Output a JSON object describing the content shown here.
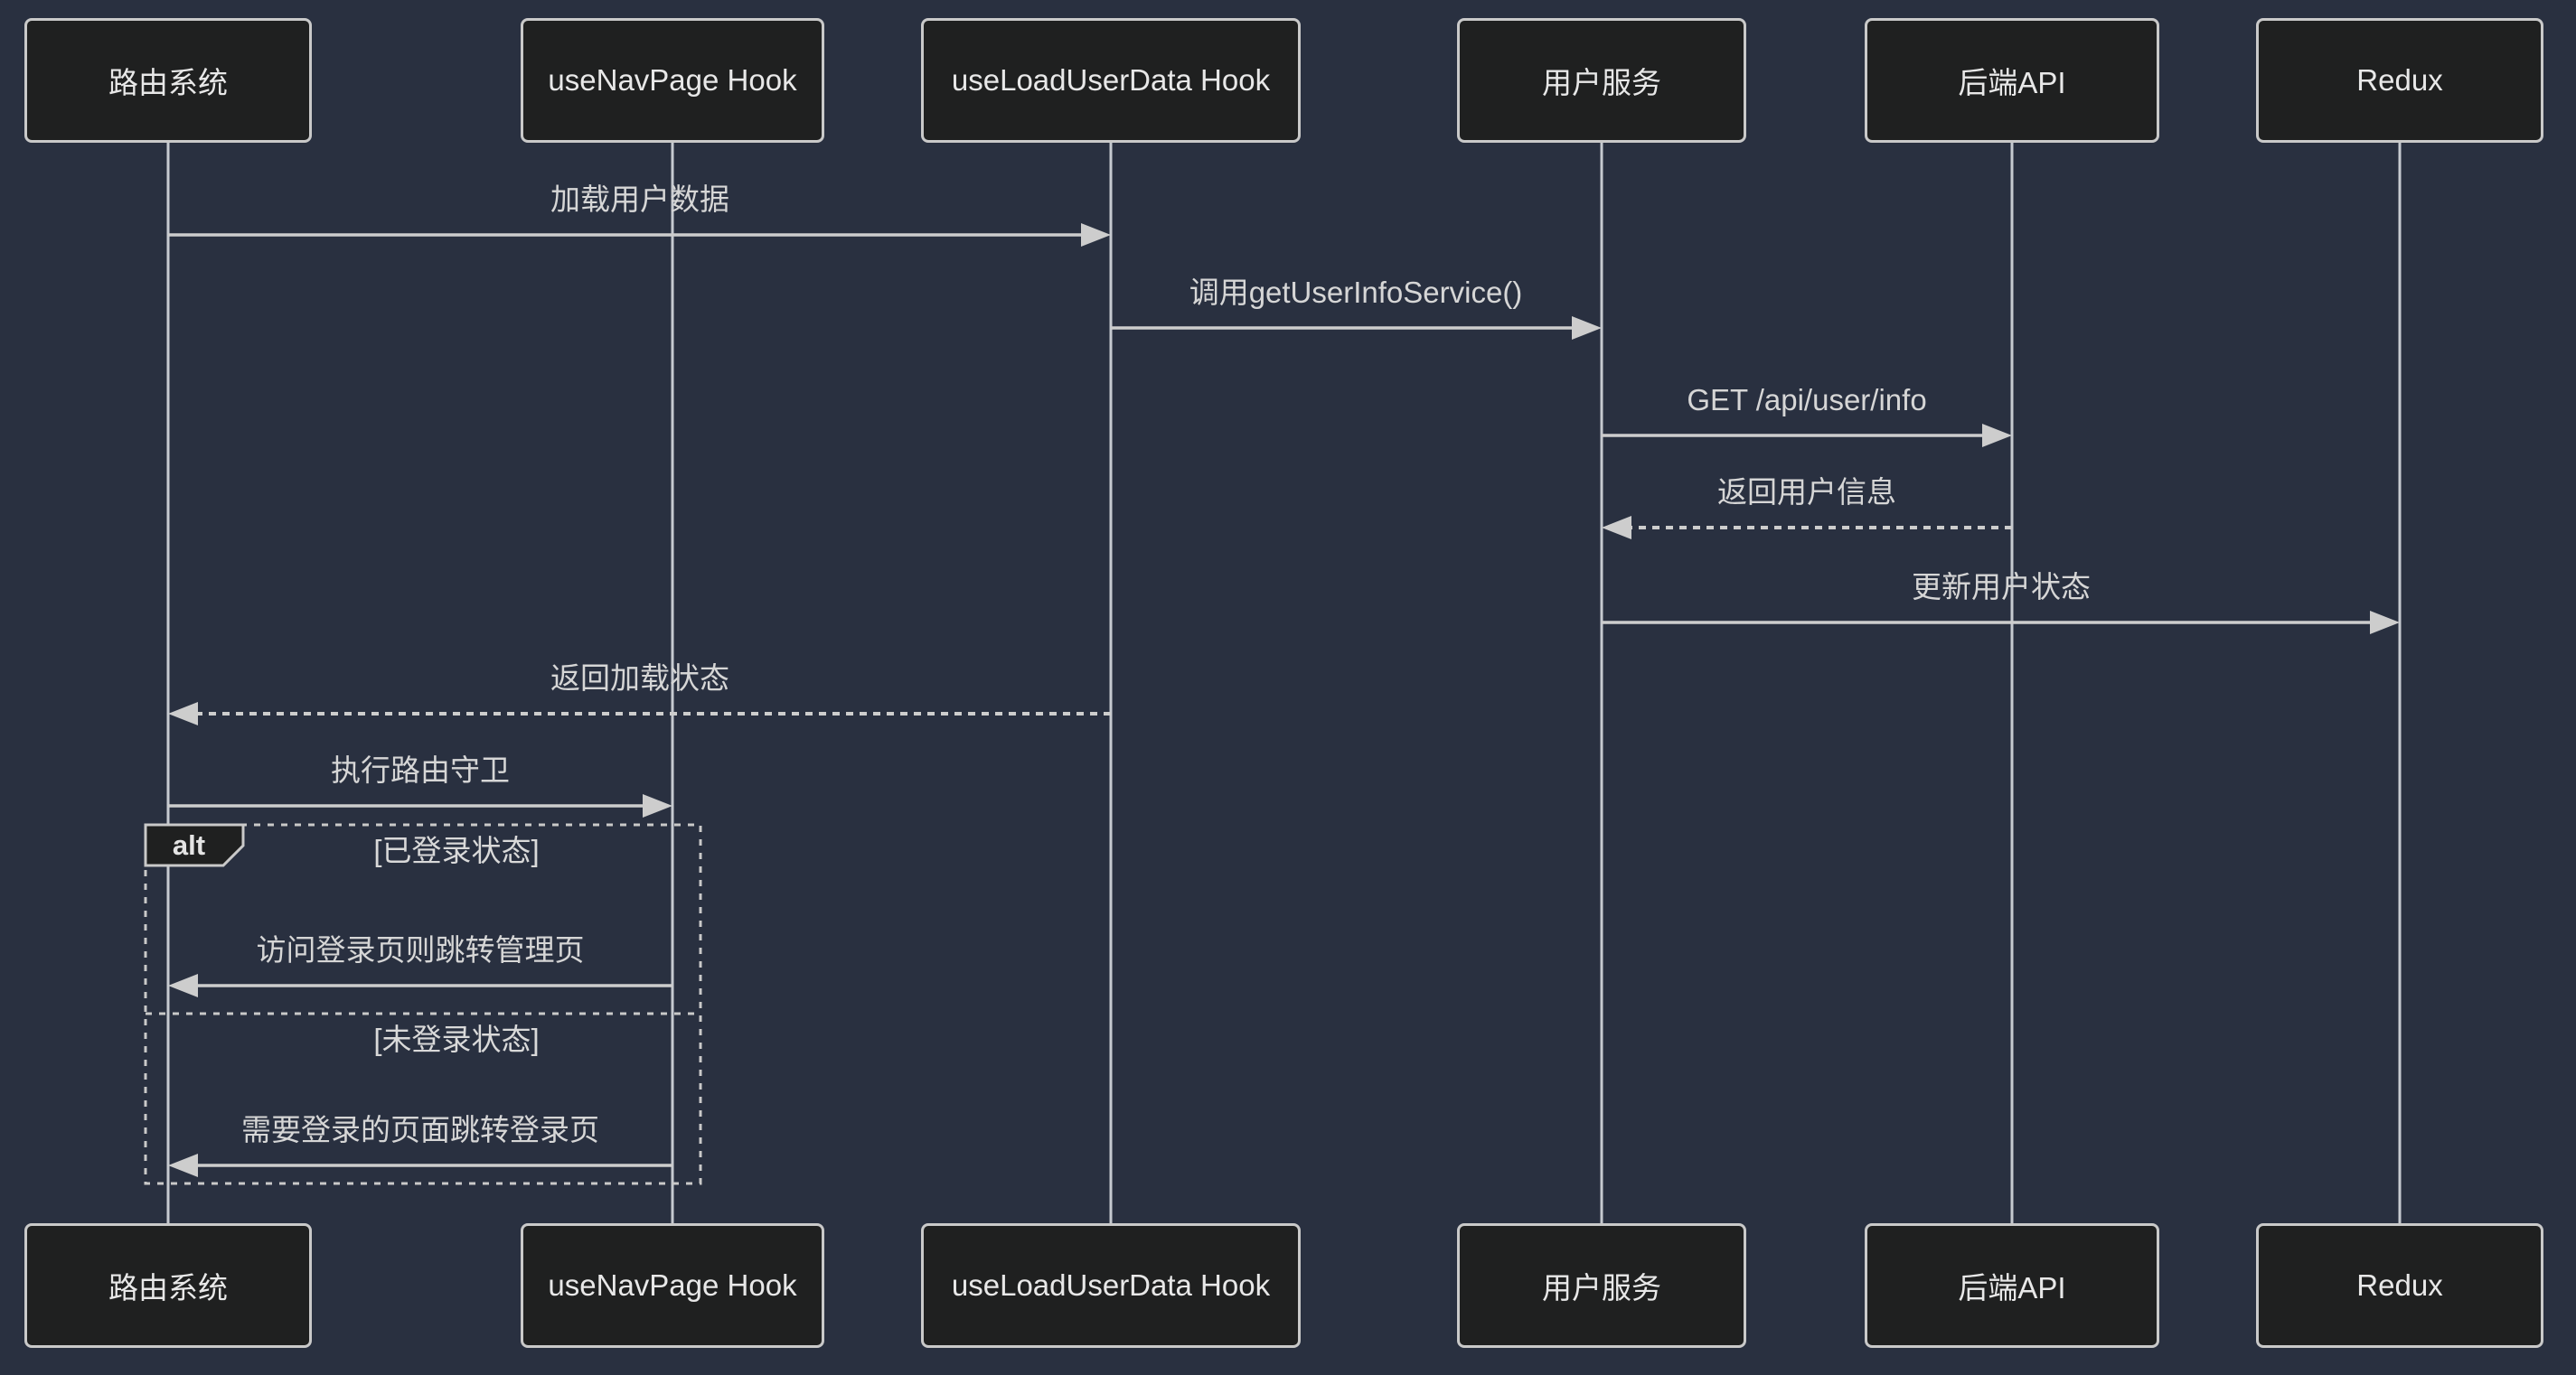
{
  "diagram": {
    "type": "sequence-diagram",
    "participants": [
      {
        "id": "routing-system",
        "label": "路由系统"
      },
      {
        "id": "usenavpage-hook",
        "label": "useNavPage Hook"
      },
      {
        "id": "useloaduserdata-hook",
        "label": "useLoadUserData Hook"
      },
      {
        "id": "user-service",
        "label": "用户服务"
      },
      {
        "id": "backend-api",
        "label": "后端API"
      },
      {
        "id": "redux",
        "label": "Redux"
      }
    ],
    "messages": [
      {
        "from": "路由系统",
        "to": "useLoadUserData Hook",
        "label": "加载用户数据",
        "line": "solid",
        "direction": "right"
      },
      {
        "from": "useLoadUserData Hook",
        "to": "用户服务",
        "label": "调用getUserInfoService()",
        "line": "solid",
        "direction": "right"
      },
      {
        "from": "用户服务",
        "to": "后端API",
        "label": "GET /api/user/info",
        "line": "solid",
        "direction": "right"
      },
      {
        "from": "后端API",
        "to": "用户服务",
        "label": "返回用户信息",
        "line": "dashed",
        "direction": "left"
      },
      {
        "from": "用户服务",
        "to": "Redux",
        "label": "更新用户状态",
        "line": "solid",
        "direction": "right"
      },
      {
        "from": "useLoadUserData Hook",
        "to": "路由系统",
        "label": "返回加载状态",
        "line": "dashed",
        "direction": "left"
      },
      {
        "from": "路由系统",
        "to": "useNavPage Hook",
        "label": "执行路由守卫",
        "line": "solid",
        "direction": "right"
      },
      {
        "from": "useNavPage Hook",
        "to": "路由系统",
        "label": "访问登录页则跳转管理页",
        "line": "solid",
        "direction": "left",
        "branch": "已登录状态"
      },
      {
        "from": "useNavPage Hook",
        "to": "路由系统",
        "label": "需要登录的页面跳转登录页",
        "line": "solid",
        "direction": "left",
        "branch": "未登录状态"
      }
    ],
    "fragment": {
      "operator": "alt",
      "conditions": [
        "[已登录状态]",
        "[未登录状态]"
      ]
    },
    "colors": {
      "background": "#293040",
      "actor_fill": "#1f2020",
      "actor_border": "#c9c9c9",
      "actor_text": "#e8e8e8",
      "signal_line": "#cdcdcd",
      "signal_text": "#d6d6d6"
    }
  }
}
